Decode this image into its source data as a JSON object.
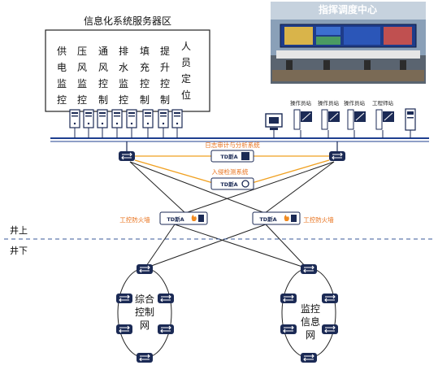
{
  "server_area": {
    "title": "信息化系统服务器区",
    "systems": [
      [
        "供",
        "电",
        "监",
        "控"
      ],
      [
        "压",
        "风",
        "监",
        "控"
      ],
      [
        "通",
        "风",
        "控",
        "制"
      ],
      [
        "排",
        "水",
        "监",
        "控"
      ],
      [
        "填",
        "充",
        "控",
        "制"
      ],
      [
        "提",
        "升",
        "控",
        "制"
      ],
      [
        "人",
        "员",
        "定",
        "位"
      ]
    ]
  },
  "command_center": {
    "title": "指挥调度中心",
    "stations": [
      "操作员站",
      "操作员站",
      "操作员站",
      "工程师站"
    ]
  },
  "security_devices": {
    "audit_label": "日志审计与分析系统",
    "ids_label": "入侵检测系统",
    "firewall_label_left": "工控防火墙",
    "firewall_label_right": "工控防火墙",
    "brand": "TD斯A"
  },
  "zones": {
    "above": "井上",
    "below": "井下"
  },
  "rings": {
    "left": [
      "综合",
      "控制",
      "网"
    ],
    "right": [
      "监控",
      "信息",
      "网"
    ]
  },
  "colors": {
    "bus": "#1f3f8f",
    "orange": "#f0a020",
    "label_orange": "#e8701a",
    "device": "#1b2a55"
  }
}
